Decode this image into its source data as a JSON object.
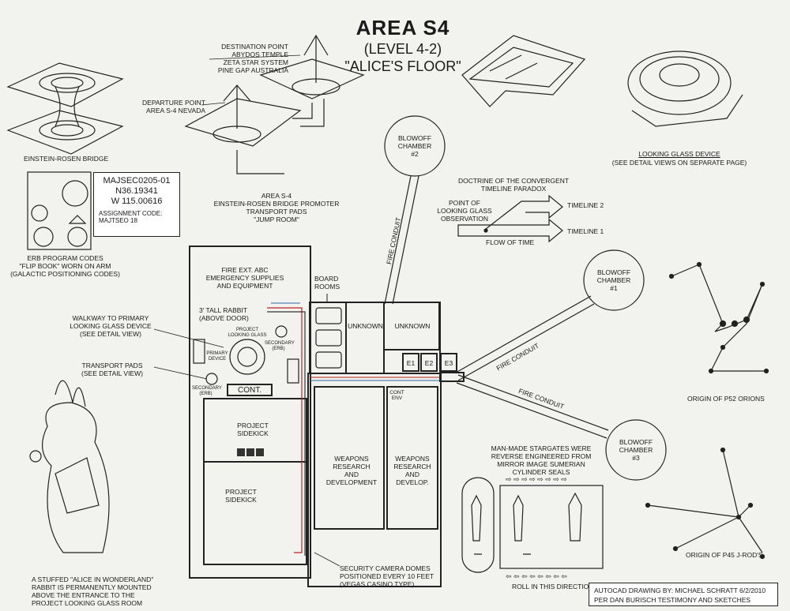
{
  "title": "AREA S4",
  "subtitle1": "(LEVEL 4-2)",
  "subtitle2": "\"ALICE'S FLOOR\"",
  "labels": {
    "einstein_rosen": "EINSTEIN-ROSEN BRIDGE",
    "destination": [
      "DESTINATION POINT",
      "ABYDOS TEMPLE",
      "ZETA STAR SYSTEM",
      "PINE GAP AUSTRALIA"
    ],
    "departure": [
      "DEPARTURE POINT",
      "AREA S-4 NEVADA"
    ],
    "jump_room": [
      "AREA S-4",
      "EINSTEIN-ROSEN BRIDGE PROMOTER",
      "TRANSPORT PADS",
      "\"JUMP ROOM\""
    ],
    "looking_glass": "LOOKING GLASS DEVICE",
    "looking_glass_sub": "(SEE DETAIL VIEWS ON SEPARATE PAGE)",
    "blowoff2": [
      "BLOWOFF",
      "CHAMBER",
      "#2"
    ],
    "blowoff1": [
      "BLOWOFF",
      "CHAMBER",
      "#1"
    ],
    "blowoff3": [
      "BLOWOFF",
      "CHAMBER",
      "#3"
    ],
    "doctrine": [
      "DOCTRINE OF THE CONVERGENT",
      "TIMELINE PARADOX"
    ],
    "point_of": [
      "POINT OF",
      "LOOKING GLASS",
      "OBSERVATION"
    ],
    "flow_of_time": "FLOW OF TIME",
    "timeline2": "TIMELINE 2",
    "timeline1": "TIMELINE 1",
    "code_main": "MAJSEC0205-01",
    "code_n": "N36.19341",
    "code_w": "W 115.00616",
    "code_assign": "ASSIGNMENT CODE:",
    "code_val": "MAJTSEO 18",
    "erb": [
      "ERB PROGRAM CODES",
      "\"FLIP BOOK\" WORN ON ARM",
      "(GALACTIC POSITIONING CODES)"
    ],
    "fire_ext": [
      "FIRE EXT. ABC",
      "EMERGENCY SUPPLIES",
      "AND EQUIPMENT"
    ],
    "board_rooms": [
      "BOARD",
      "ROOMS"
    ],
    "unknown": "UNKNOWN",
    "rabbit_door": [
      "3' TALL RABBIT",
      "(ABOVE DOOR)"
    ],
    "project_lg": [
      "PROJECT",
      "LOOKING GLASS"
    ],
    "primary": [
      "PRIMARY",
      "DEVICE"
    ],
    "secondary": [
      "SECONDARY",
      "(ERB)"
    ],
    "walkway": [
      "WALKWAY TO PRIMARY",
      "LOOKING GLASS DEVICE",
      "(SEE DETAIL VIEW)"
    ],
    "transport_pads": [
      "TRANSPORT PADS",
      "(SEE DETAIL VIEW)"
    ],
    "cont": "CONT.",
    "cont_env": [
      "CONT",
      "ENV"
    ],
    "sidekick": [
      "PROJECT",
      "SIDEKICK"
    ],
    "weapons1": [
      "WEAPONS",
      "RESEARCH",
      "AND",
      "DEVELOPMENT"
    ],
    "weapons2": [
      "WEAPONS",
      "RESEARCH",
      "AND",
      "DEVELOP."
    ],
    "e1": "E1",
    "e2": "E2",
    "e3": "E3",
    "fire_conduit": "FIRE CONDUIT",
    "orion": "ORIGIN OF P52 ORIONS",
    "jrod": "ORIGIN OF P45 J-ROD'S",
    "stargates": [
      "MAN-MADE STARGATES WERE",
      "REVERSE ENGINEERED FROM",
      "MIRROR IMAGE SUMERIAN",
      "CYLINDER SEALS"
    ],
    "roll": "ROLL IN THIS DIRECTION",
    "rabbit_note": [
      "A STUFFED \"ALICE IN WONDERLAND\"",
      "RABBIT IS PERMANENTLY MOUNTED",
      "ABOVE THE ENTRANCE TO THE",
      "PROJECT LOOKING GLASS ROOM"
    ],
    "camera": [
      "SECURITY CAMERA DOMES",
      "POSITIONED EVERY 10 FEET",
      "(VEGAS CASINO TYPE)"
    ],
    "credit1": "AUTOCAD DRAWING BY:  MICHAEL SCHRATT 6/2/2010",
    "credit2": "PER DAN BURISCH TESTIMONY AND SKETCHES"
  }
}
